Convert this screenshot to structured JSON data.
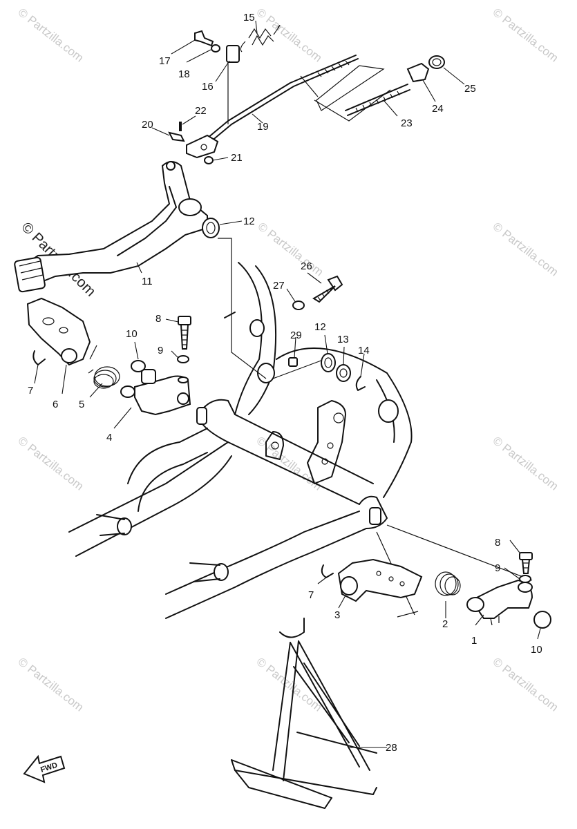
{
  "watermark": "© Partzilla.com",
  "watermark_main": "© Partzilla.com",
  "fwd_label": "FWD",
  "callouts": {
    "c1": "1",
    "c2": "2",
    "c3": "3",
    "c4": "4",
    "c5": "5",
    "c6": "6",
    "c7a": "7",
    "c7b": "7",
    "c8a": "8",
    "c8b": "8",
    "c9a": "9",
    "c9b": "9",
    "c10a": "10",
    "c10b": "10",
    "c11": "11",
    "c12a": "12",
    "c12b": "12",
    "c13": "13",
    "c14": "14",
    "c15": "15",
    "c16": "16",
    "c17": "17",
    "c18": "18",
    "c19": "19",
    "c20": "20",
    "c21": "21",
    "c22": "22",
    "c23": "23",
    "c24": "24",
    "c25": "25",
    "c26": "26",
    "c27": "27",
    "c28": "28",
    "c29": "29"
  }
}
